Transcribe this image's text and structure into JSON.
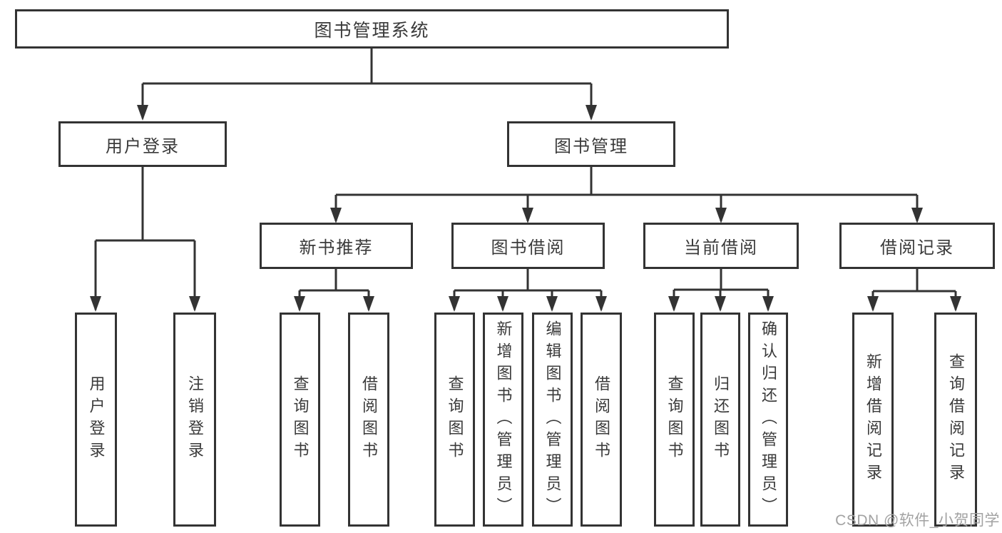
{
  "diagram_type": "tree",
  "tree": {
    "label": "图书管理系统",
    "children": [
      {
        "label": "用户登录",
        "children": [
          {
            "label": "用户登录"
          },
          {
            "label": "注销登录"
          }
        ]
      },
      {
        "label": "图书管理",
        "children": [
          {
            "label": "新书推荐",
            "children": [
              {
                "label": "查询图书"
              },
              {
                "label": "借阅图书"
              }
            ]
          },
          {
            "label": "图书借阅",
            "children": [
              {
                "label": "查询图书"
              },
              {
                "label": "新增图书（管理员）"
              },
              {
                "label": "编辑图书（管理员）"
              },
              {
                "label": "借阅图书"
              }
            ]
          },
          {
            "label": "当前借阅",
            "children": [
              {
                "label": "查询图书"
              },
              {
                "label": "归还图书"
              },
              {
                "label": "确认归还（管理员）"
              }
            ]
          },
          {
            "label": "借阅记录",
            "children": [
              {
                "label": "新增借阅记录"
              },
              {
                "label": "查询借阅记录"
              }
            ]
          }
        ]
      }
    ]
  },
  "watermark": {
    "text": "CSDN @软件_小贺同学"
  },
  "colors": {
    "line": "#333333",
    "box_border": "#333333",
    "text": "#3a3a3a",
    "watermark": "#a2a2a2",
    "background": "#ffffff"
  }
}
